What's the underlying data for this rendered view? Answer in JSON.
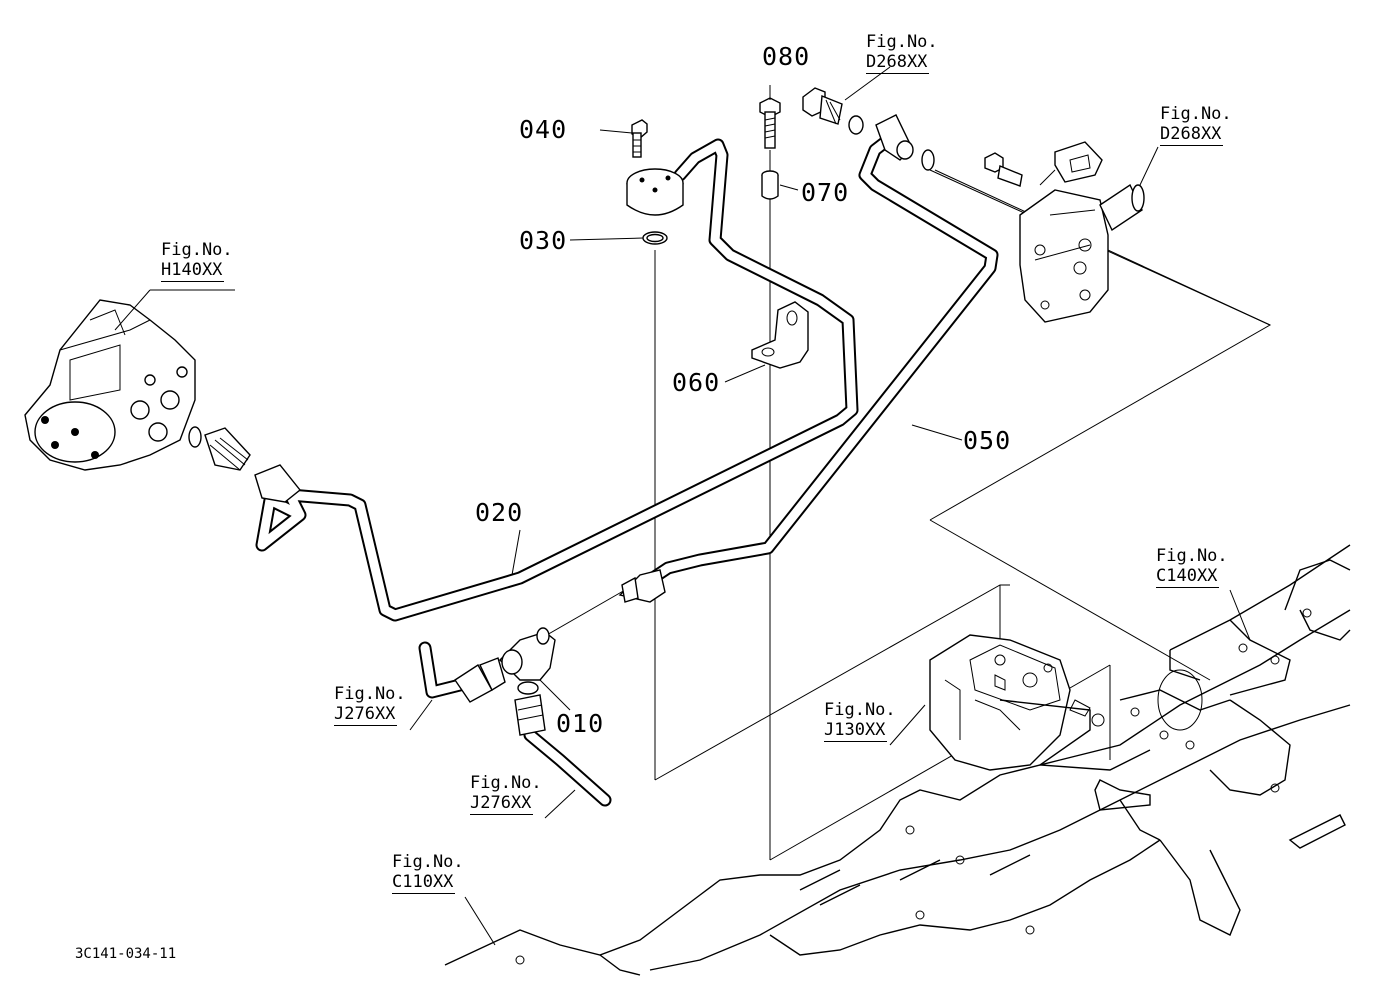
{
  "parts": {
    "p010": "010",
    "p020": "020",
    "p030": "030",
    "p040": "040",
    "p050": "050",
    "p060": "060",
    "p070": "070",
    "p080": "080"
  },
  "fig_refs": {
    "d268_top": {
      "label": "Fig.No.",
      "code": "D268XX"
    },
    "d268_right": {
      "label": "Fig.No.",
      "code": "D268XX"
    },
    "h140": {
      "label": "Fig.No.",
      "code": "H140XX"
    },
    "c140": {
      "label": "Fig.No.",
      "code": "C140XX"
    },
    "j130": {
      "label": "Fig.No.",
      "code": "J130XX"
    },
    "j276_left": {
      "label": "Fig.No.",
      "code": "J276XX"
    },
    "j276_bottom": {
      "label": "Fig.No.",
      "code": "J276XX"
    },
    "c110": {
      "label": "Fig.No.",
      "code": "C110XX"
    }
  },
  "drawing_number": "3C141-034-11"
}
